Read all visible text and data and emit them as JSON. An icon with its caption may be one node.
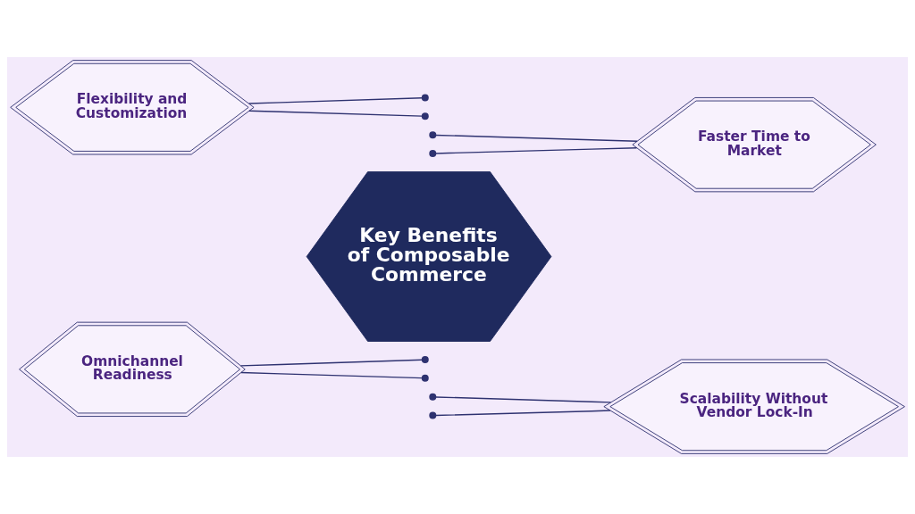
{
  "diagram": {
    "nodes": [
      {
        "text": [
          "Flexibility and Customization"
        ]
      },
      {
        "text": [
          "Faster Time to Market"
        ]
      },
      {
        "text": [
          "Key Benefits of Composable Commerce"
        ]
      },
      {
        "text": [
          "Omnichannel Readiness"
        ]
      },
      {
        "text": [
          "Scalability Without Vendor Lock-In"
        ]
      }
    ],
    "edges": [
      {
        "from": 0,
        "to": null,
        "arrow": "other"
      },
      {
        "from": 0,
        "to": null,
        "arrow": "other"
      },
      {
        "from": 1,
        "to": null,
        "arrow": "other"
      },
      {
        "from": 1,
        "to": null,
        "arrow": "other"
      },
      {
        "from": 3,
        "to": null,
        "arrow": "other"
      },
      {
        "from": 3,
        "to": null,
        "arrow": "other"
      },
      {
        "from": 4,
        "to": null,
        "arrow": "other"
      },
      {
        "from": 4,
        "to": null,
        "arrow": "other"
      }
    ]
  }
}
